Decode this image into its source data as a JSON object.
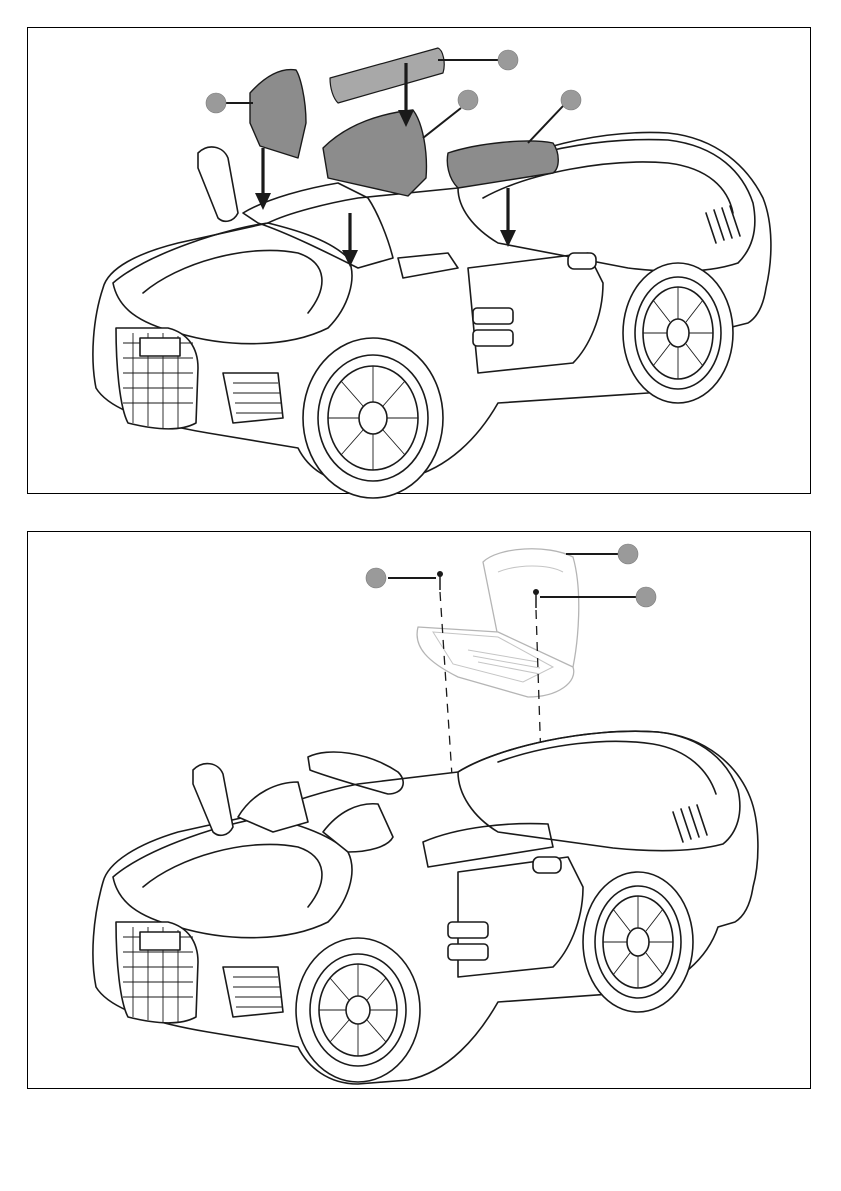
{
  "figures": [
    {
      "id": "step-install-trim-panels",
      "callouts": [
        "",
        "",
        "",
        ""
      ],
      "parts": [
        "front-left-cover",
        "rear-panel",
        "dashboard-cover",
        "rear-seat-back-trim"
      ],
      "colors": {
        "part_fill": "#8c8c8c",
        "line": "#1a1a1a"
      }
    },
    {
      "id": "step-install-seat",
      "callouts": [
        "",
        "",
        ""
      ],
      "parts": [
        "seat",
        "screw-left",
        "screw-right"
      ],
      "colors": {
        "ghost_line": "#b5b5b5",
        "line": "#1a1a1a"
      }
    }
  ]
}
